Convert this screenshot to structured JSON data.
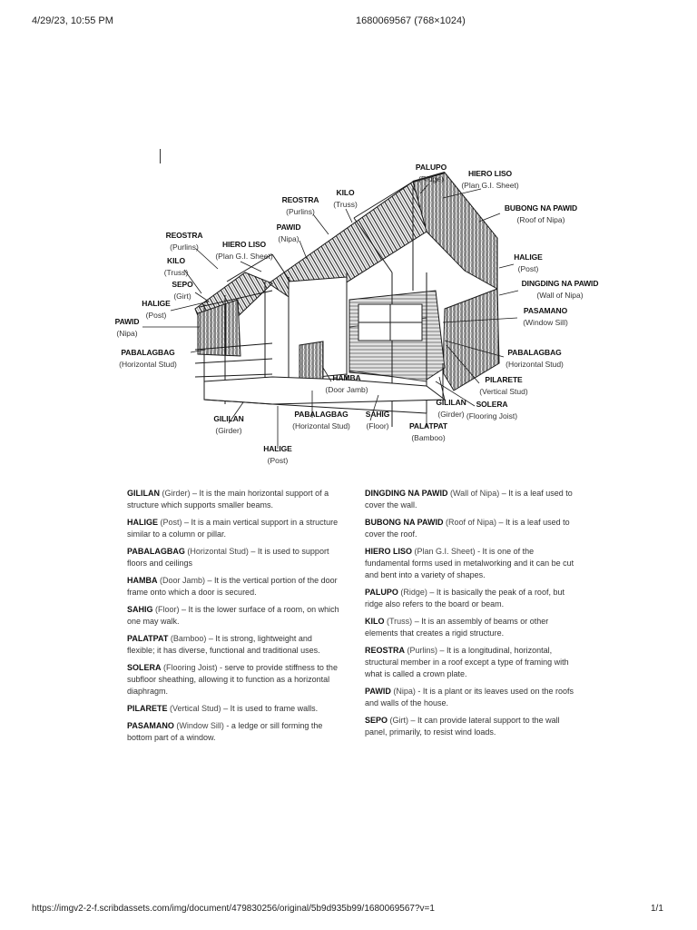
{
  "header": {
    "datetime": "4/29/23, 10:55 PM",
    "title": "1680069567 (768×1024)"
  },
  "footer": {
    "url": "https://imgv2-2-f.scribdassets.com/img/document/479830256/original/5b9d935b99/1680069567?v=1",
    "page": "1/1"
  },
  "labels": {
    "palupo": {
      "name": "PALUPO",
      "en": "(Ridge)"
    },
    "hiero_liso_top": {
      "name": "HIERO LISO",
      "en": "(Plan G.I. Sheet)"
    },
    "kilo_top": {
      "name": "KILO",
      "en": "(Truss)"
    },
    "reostra_top": {
      "name": "REOSTRA",
      "en": "(Purlins)"
    },
    "bubong": {
      "name": "BUBONG NA PAWID",
      "en": "(Roof of Nipa)"
    },
    "pawid_top": {
      "name": "PAWID",
      "en": "(Nipa)"
    },
    "reostra_left": {
      "name": "REOSTRA",
      "en": "(Purlins)"
    },
    "hiero_liso_left": {
      "name": "HIERO LISO",
      "en": "(Plan G.I. Sheet)"
    },
    "halige_right": {
      "name": "HALIGE",
      "en": "(Post)"
    },
    "kilo_left": {
      "name": "KILO",
      "en": "(Truss)"
    },
    "dingding": {
      "name": "DINGDING NA PAWID",
      "en": "(Wall of Nipa)"
    },
    "sepo": {
      "name": "SEPO",
      "en": "(Girt)"
    },
    "halige_left": {
      "name": "HALIGE",
      "en": "(Post)"
    },
    "pasamano": {
      "name": "PASAMANO",
      "en": "(Window Sill)"
    },
    "pawid_left": {
      "name": "PAWID",
      "en": "(Nipa)"
    },
    "pabalagbag_left": {
      "name": "PABALAGBAG",
      "en": "(Horizontal Stud)"
    },
    "pabalagbag_right": {
      "name": "PABALAGBAG",
      "en": "(Horizontal Stud)"
    },
    "hamba": {
      "name": "HAMBA",
      "en": "(Door Jamb)"
    },
    "pilarete": {
      "name": "PILARETE",
      "en": "(Vertical Stud)"
    },
    "gililan_right": {
      "name": "GILILAN",
      "en": "(Girder)"
    },
    "solera": {
      "name": "SOLERA",
      "en": "(Flooring Joist)"
    },
    "gililan_left": {
      "name": "GILILAN",
      "en": "(Girder)"
    },
    "pabalagbag_mid": {
      "name": "PABALAGBAG",
      "en": "(Horizontal Stud)"
    },
    "sahig": {
      "name": "SAHIG",
      "en": "(Floor)"
    },
    "palatpat": {
      "name": "PALATPAT",
      "en": "(Bamboo)"
    },
    "halige_bottom": {
      "name": "HALIGE",
      "en": "(Post)"
    }
  },
  "definitions_left": [
    {
      "term": "GILILAN",
      "en": "(Girder)",
      "text": " – It is the main horizontal support of a structure which supports smaller beams."
    },
    {
      "term": "HALIGE",
      "en": "(Post)",
      "text": " – It is a main vertical support in a structure similar to a column or pillar."
    },
    {
      "term": "PABALAGBAG",
      "en": "(Horizontal Stud)",
      "text": " – It is used to support floors and ceilings"
    },
    {
      "term": "HAMBA",
      "en": "(Door Jamb)",
      "text": " – It is the vertical portion of the door frame onto which a door is secured."
    },
    {
      "term": "SAHIG",
      "en": "(Floor)",
      "text": " – It is the lower surface of a room, on which one may walk."
    },
    {
      "term": "PALATPAT",
      "en": "(Bamboo)",
      "text": " – It is strong, lightweight and flexible; it has diverse, functional and traditional uses."
    },
    {
      "term": "SOLERA",
      "en": "(Flooring Joist)",
      "text": " - serve to provide stiffness to the subfloor sheathing, allowing it to function as a horizontal diaphragm."
    },
    {
      "term": "PILARETE",
      "en": "(Vertical Stud)",
      "text": " – It is used to frame walls."
    },
    {
      "term": "PASAMANO",
      "en": "(Window Sill)",
      "text": " - a ledge or sill forming the bottom part of a window."
    }
  ],
  "definitions_right": [
    {
      "term": "DINGDING NA PAWID",
      "en": "(Wall of Nipa)",
      "text": " – It is a leaf used to cover the wall."
    },
    {
      "term": "BUBONG NA PAWID",
      "en": "(Roof of Nipa)",
      "text": " – It is a leaf used to cover the roof."
    },
    {
      "term": "HIERO LISO",
      "en": "(Plan G.I. Sheet)",
      "text": " - It is one of the fundamental forms used in metalworking and it can be cut and bent into a variety of shapes."
    },
    {
      "term": "PALUPO",
      "en": "(Ridge)",
      "text": " – It is basically the peak of a roof, but ridge also refers to the board or beam."
    },
    {
      "term": "KILO",
      "en": "(Truss)",
      "text": " – It is an assembly of beams or other elements that creates a rigid structure."
    },
    {
      "term": "REOSTRA",
      "en": "(Purlins)",
      "text": " – It is a longitudinal, horizontal, structural member in a roof except a type of framing with what is called a crown plate."
    },
    {
      "term": "PAWID",
      "en": "(Nipa)",
      "text": " - It is a plant or its leaves used on the roofs and walls of the house."
    },
    {
      "term": "SEPO",
      "en": "(Girt)",
      "text": " – It can provide lateral support to the wall panel, primarily, to resist wind loads."
    }
  ]
}
